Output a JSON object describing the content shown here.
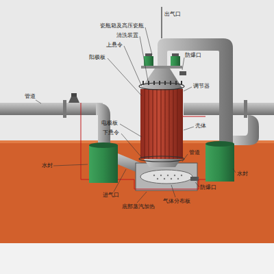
{
  "diagram": {
    "labels": [
      "出气口",
      "瓷瓶箱及高压瓷瓶",
      "清洗装置",
      "上悬令",
      "阳极板",
      "防爆口",
      "管道",
      "调节器",
      "电极板",
      "下悬令",
      "壳体",
      "管道",
      "水封",
      "水封",
      "防爆口",
      "进气口",
      "底部蒸汽加热",
      "气体分布板"
    ]
  }
}
